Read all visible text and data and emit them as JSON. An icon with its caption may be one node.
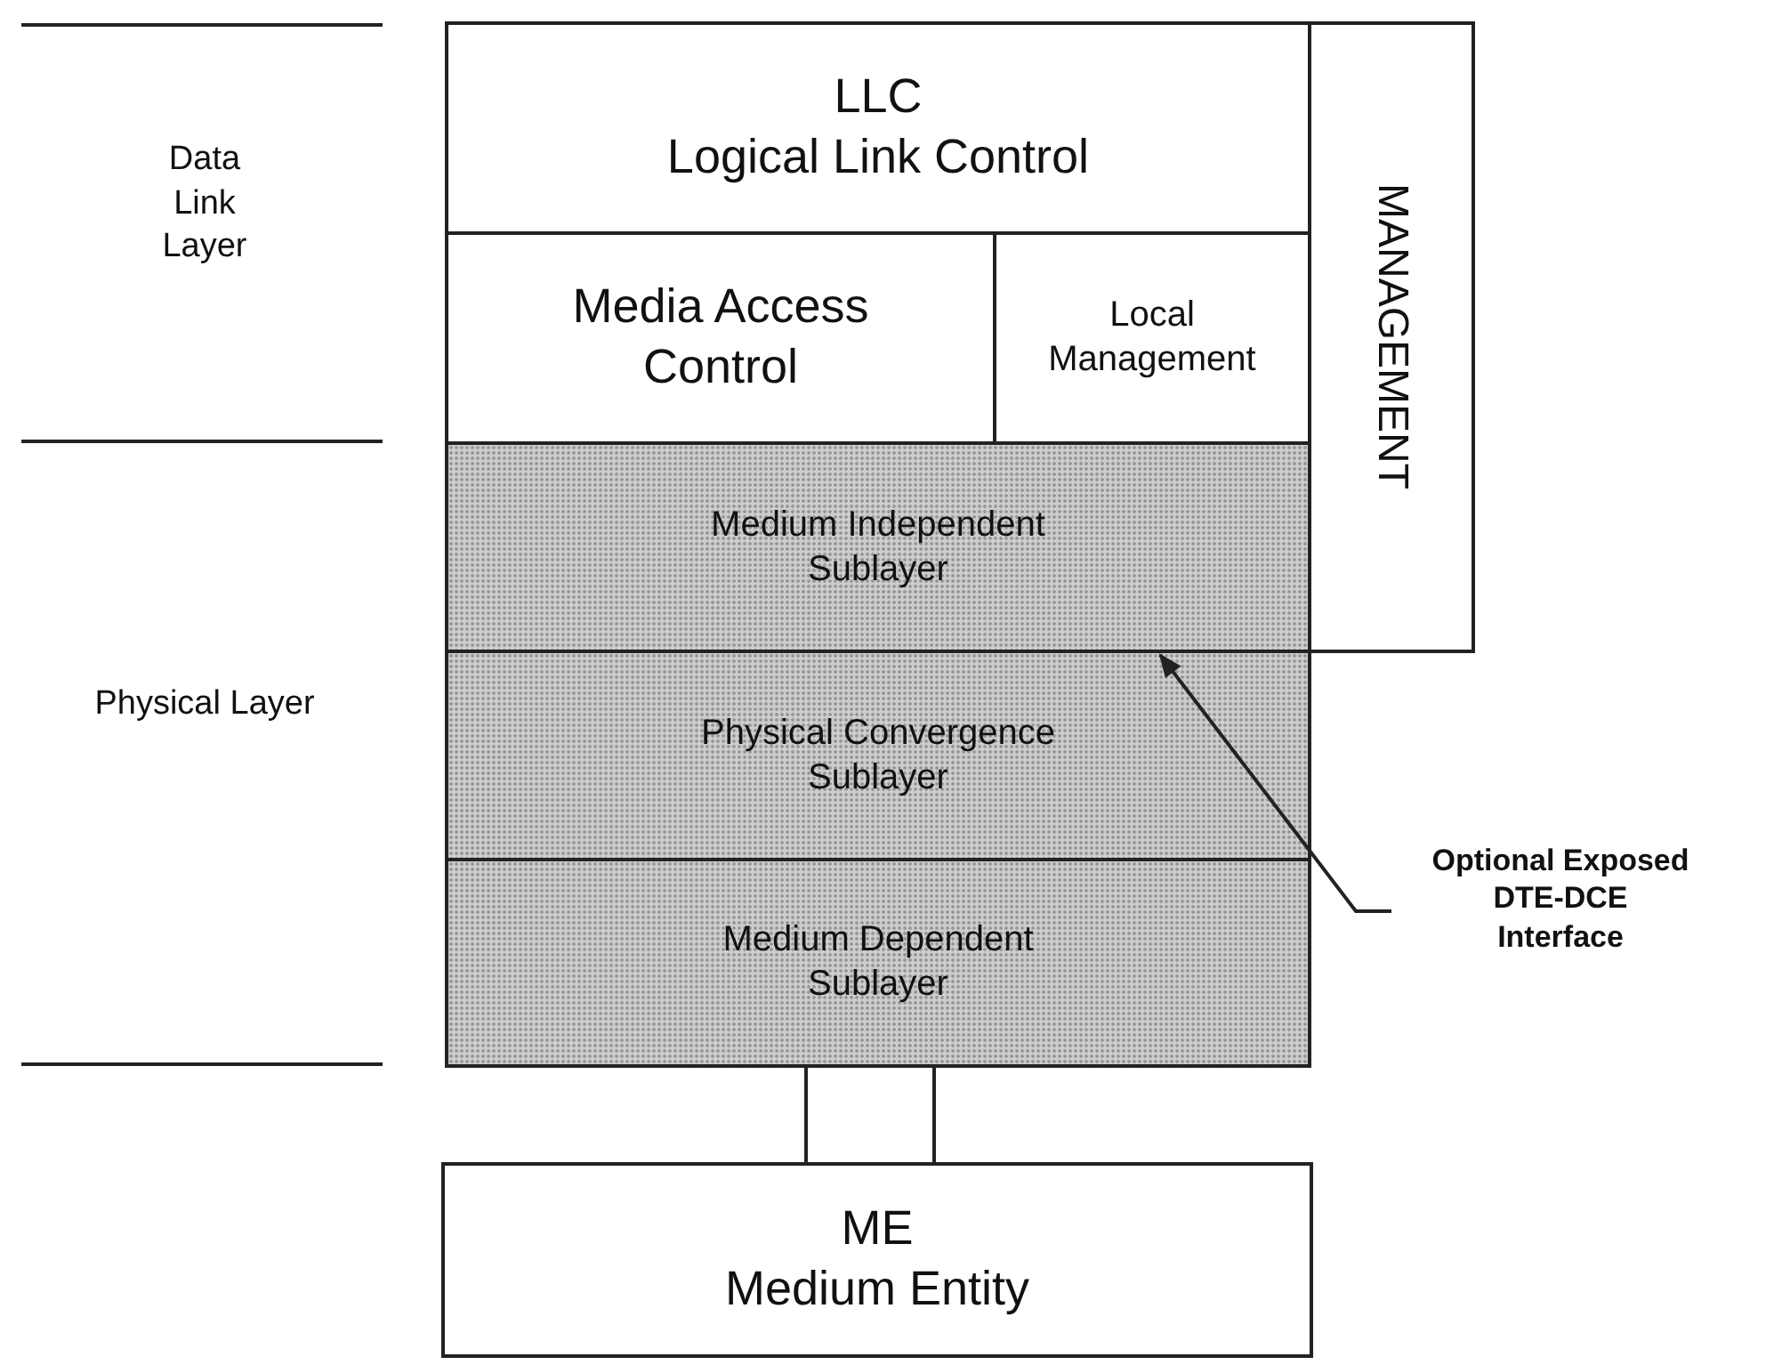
{
  "diagram": {
    "nodes": [
      {
        "text": [
          "LLC",
          "Logical Link Control"
        ]
      },
      {
        "text": [
          "Media Access Control"
        ]
      },
      {
        "text": [
          "Local Management"
        ]
      },
      {
        "text": [
          "MANAGEMENT"
        ]
      },
      {
        "text": [
          "Medium Independent Sublayer"
        ]
      },
      {
        "text": [
          "Physical Convergence Sublayer"
        ]
      },
      {
        "text": [
          "Medium Dependent Sublayer"
        ]
      },
      {
        "text": [
          "ME",
          "Medium Entity"
        ]
      },
      {
        "text": [
          "Optional Exposed DTE-DCE Interface"
        ]
      }
    ],
    "edges": [
      {
        "from": 6,
        "to": 7,
        "arrow": "none"
      },
      {
        "from": 6,
        "to": 7,
        "arrow": "none"
      },
      {
        "from": 8,
        "to": 4,
        "arrow": "to"
      }
    ],
    "labels": [
      "Data Link Layer",
      "Physical Layer"
    ]
  }
}
